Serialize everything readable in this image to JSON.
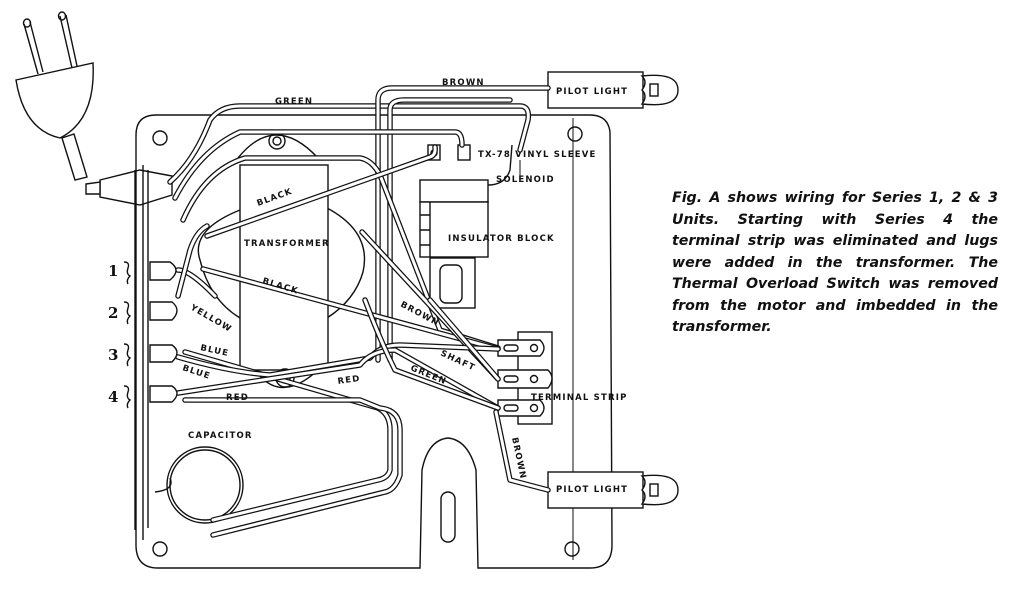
{
  "figure": {
    "caption": "Fig. A shows wiring for Series 1, 2 & 3 Units. Starting with Series 4 the terminal strip was eliminated and lugs were added in the transformer. The Thermal Overload Switch was removed from the motor and imbedded in the transformer.",
    "components": {
      "transformer": "TRANSFORMER",
      "solenoid": "SOLENOID",
      "insulator_block": "INSULATOR BLOCK",
      "vinyl_sleeve": "TX-78 VINYL SLEEVE",
      "terminal_strip": "TERMINAL STRIP",
      "capacitor": "CAPACITOR",
      "pilot_light_top": "PILOT LIGHT",
      "pilot_light_bottom": "PILOT LIGHT",
      "shaft": "SHAFT"
    },
    "wire_labels": {
      "green_top": "GREEN",
      "brown_top": "BROWN",
      "black_upper": "BLACK",
      "black_lower": "BLACK",
      "yellow": "YELLOW",
      "blue_upper": "BLUE",
      "blue_lower": "BLUE",
      "red_right": "RED",
      "red_lower": "RED",
      "brown_middle": "BROWN",
      "green_lower": "GREEN",
      "brown_bottom": "BROWN"
    },
    "terminal_numbers": [
      "1",
      "2",
      "3",
      "4"
    ]
  }
}
